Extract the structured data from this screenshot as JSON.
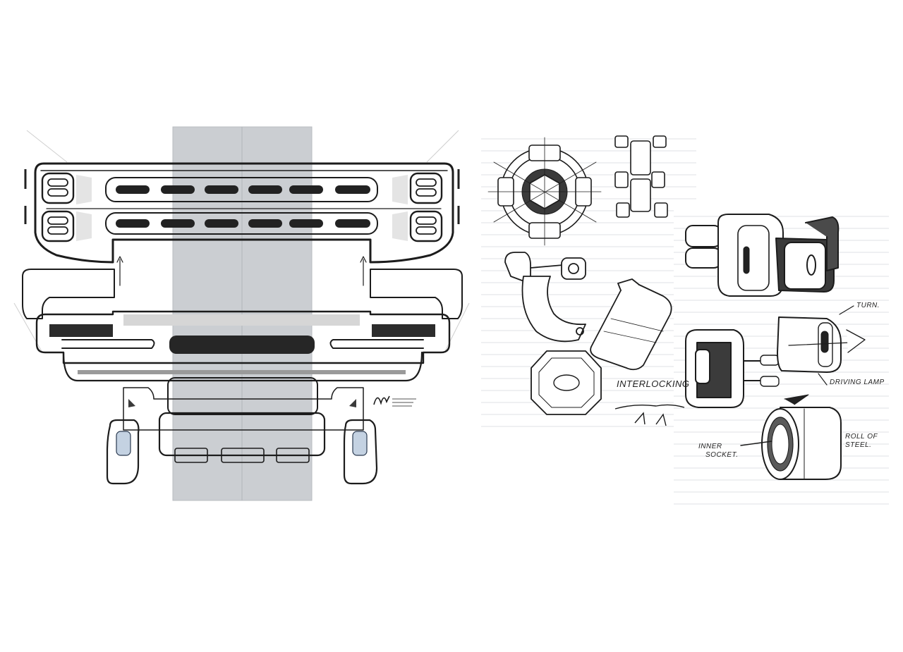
{
  "sketches": {
    "annotations": {
      "interlocking": "INTERLOCKING",
      "turn": "TURN.",
      "driving_lamp": "DRIVING LAMP",
      "inner_socket_line1": "INNER",
      "inner_socket_line2": "SOCKET.",
      "roll_of_steel_line1": "ROLL OF",
      "roll_of_steel_line2": "STEEL."
    }
  },
  "colors": {
    "background": "#ffffff",
    "ink": "#1c1c1c",
    "marker_grey": "#c9ccd0",
    "bumper_black": "#2b2b2b",
    "tow_hook_blue": "#7f9bbd",
    "notebook_line": "#d9dde2"
  }
}
